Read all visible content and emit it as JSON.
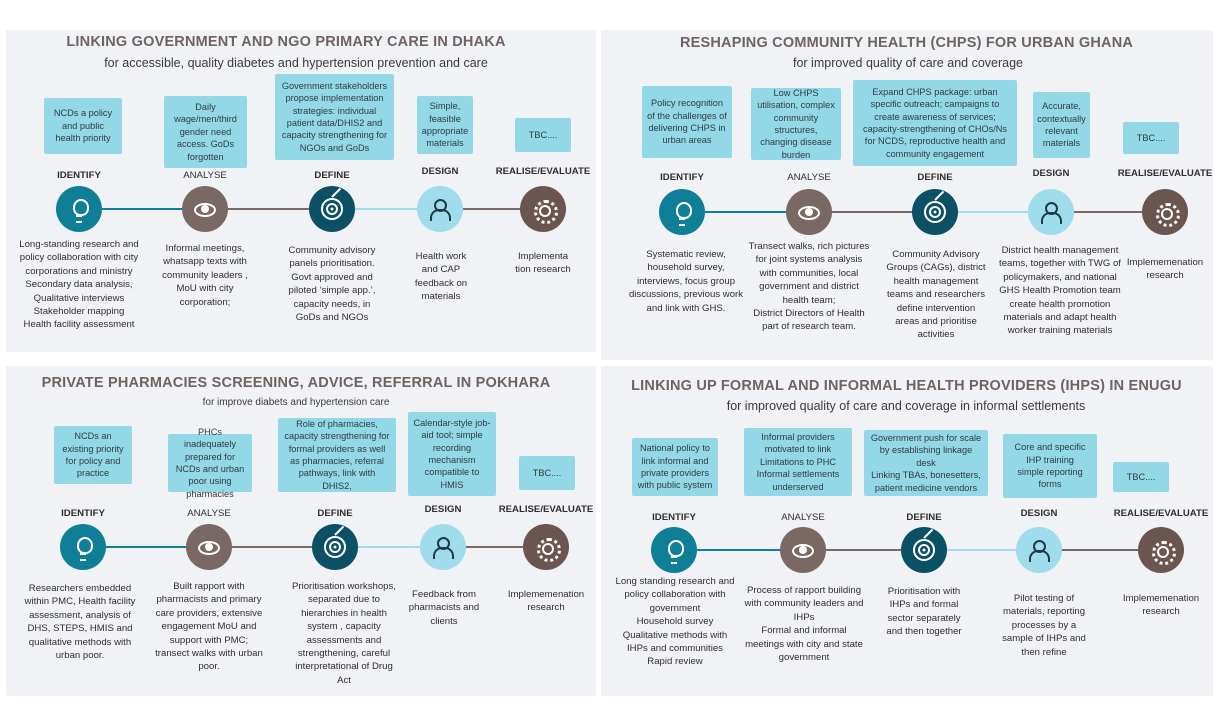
{
  "stages": [
    "IDENTIFY",
    "ANALYSE",
    "DEFINE",
    "DESIGN",
    "REALISE/EVALUATE"
  ],
  "colors": {
    "panel_bg": "#f1f2f6",
    "teal": "#0f7f98",
    "brown": "#7a6864",
    "navy": "#0b5064",
    "light_blue": "#9fdcec",
    "dark_brown": "#6b5550",
    "box": "#93d8e6",
    "title": "#6e6360"
  },
  "icons": [
    "lightbulb-icon",
    "eye-icon",
    "target-icon",
    "person-check-icon",
    "gear-icon"
  ],
  "panels": [
    {
      "title": "LINKING GOVERNMENT AND NGO PRIMARY CARE IN DHAKA",
      "subtitle": "for accessible, quality diabetes and hypertension prevention and care",
      "boxes": [
        "NCDs a policy and public health priority",
        "Daily wage/men/third gender need access. GoDs forgotten",
        "Government stakeholders propose implementation strategies: individual patient data/DHIS2 and capacity strengthening for NGOs and GoDs",
        "Simple, feasible appropriate materials",
        "TBC...."
      ],
      "descriptions": [
        "Long-standing research and policy collaboration with city corporations and ministry\nSecondary data analysis, Qualitative interviews\nStakeholder mapping\nHealth facility assessment",
        "Informal meetings, whatsapp texts with community leaders ,\nMoU with city corporation;",
        "Community advisory panels prioritisation.\nGovt approved and piloted ‘simple app.’, capacity needs, in GoDs and NGOs",
        "Health work and CAP feedback on materials",
        "Implementa tion research"
      ]
    },
    {
      "title": "RESHAPING COMMUNITY HEALTH (CHPS) FOR URBAN GHANA",
      "subtitle": "for improved quality of care and coverage",
      "boxes": [
        "Policy recognition of the challenges of delivering CHPS in urban areas",
        "Low CHPS utilisation, complex community structures, changing disease burden",
        "Expand CHPS package: urban specific outreach; campaigns to create awareness of services; capacity-strengthening of CHOs/Ns for NCDS, reproductive health and community engagement",
        "Accurate, contextually relevant materials",
        "TBC...."
      ],
      "descriptions": [
        "Systematic review, household survey, interviews, focus group discussions, previous work and link with GHS.",
        "Transect walks, rich pictures for joint systems analysis with communities, local government and district health team;\nDistrict Directors of Health part of research team.",
        "Community Advisory Groups (CAGs), district health management teams and researchers define intervention areas and prioritise activities",
        "District health management teams, together with TWG of policymakers, and national GHS Health Promotion team create health promotion materials and adapt health worker training materials",
        "Implememenation research"
      ]
    },
    {
      "title": "PRIVATE PHARMACIES SCREENING, ADVICE, REFERRAL IN POKHARA",
      "subtitle": "for improve diabets and hypertension care",
      "boxes": [
        "NCDs an existing priority for policy and practice",
        "PHCs inadequately prepared for NCDs and urban poor using pharmacies",
        "Role of pharmacies, capacity strengthening for formal providers as well as pharmacies,  referral pathways, link with DHIS2,",
        "Calendar-style job-aid tool; simple recording mechanism compatible to HMIS",
        "TBC...."
      ],
      "descriptions": [
        "Researchers embedded within PMC, Health facility assessment, analysis of DHS, STEPS, HMIS and qualitative methods with urban poor.",
        "Built rapport with pharmacists and primary care providers, extensive engagement MoU and support with PMC; transect walks with urban poor.",
        "Prioritisation workshops, separated due to hierarchies in health system , capacity assessments and strengthening, careful interpretational of Drug Act",
        "Feedback from pharmacists and clients",
        "Implememenation research"
      ]
    },
    {
      "title": "LINKING UP FORMAL AND INFORMAL HEALTH PROVIDERS (IHPS) IN ENUGU",
      "subtitle": "for improved quality of care and coverage in informal settlements",
      "boxes": [
        "National policy to link informal and private providers with public system",
        "Informal providers motivated to link\nLimitations to PHC\nInformal settlements underserved",
        "Government push for scale by establishing linkage desk\nLinking TBAs, bonesetters, patient medicine vendors",
        "Core and specific IHP training\nsimple reporting forms",
        "TBC...."
      ],
      "descriptions": [
        "Long standing research and policy collaboration with government\nHousehold survey\nQualitative methods with IHPs and communities\nRapid review",
        "Process of rapport building with community leaders and IHPs\nFormal and informal meetings with city and state government",
        "Prioritisation with IHPs and formal sector separately and then together",
        "Pilot testing of materials, reporting processes by a sample of IHPs and then refine",
        "Implememenation research"
      ]
    }
  ]
}
